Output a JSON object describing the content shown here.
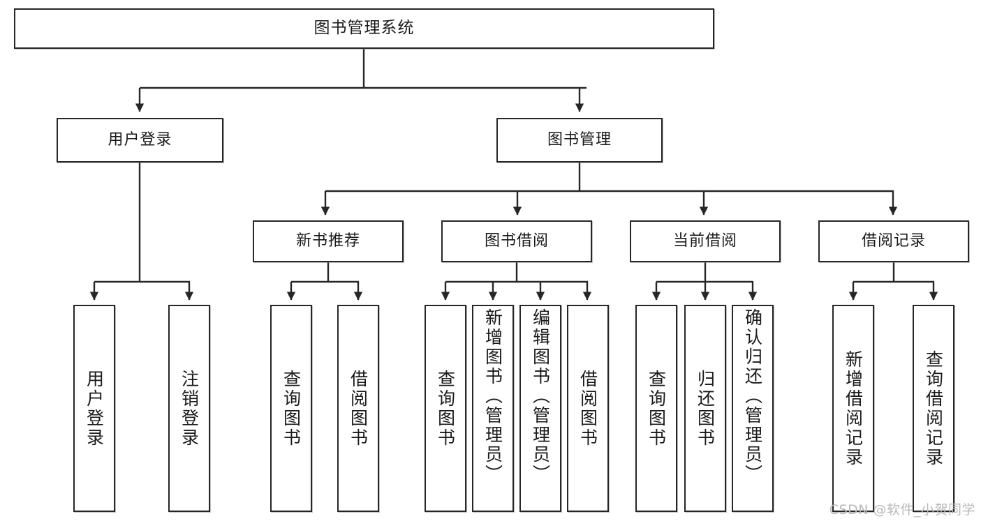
{
  "diagram": {
    "title": "图书管理系统",
    "type": "functional-structure-tree",
    "watermark": "CSDN @软件_小贺同学",
    "stroke_color": "#262626",
    "fill_color": "#ffffff",
    "text_color": "#1a1a1a",
    "watermark_color": "#b9b9b9"
  },
  "nodes": {
    "root": {
      "label": "图书管理系统"
    },
    "level2": [
      {
        "id": "user-login",
        "label": "用户登录"
      },
      {
        "id": "book-manage",
        "label": "图书管理"
      }
    ],
    "level3": [
      {
        "id": "new-book-recommend",
        "label": "新书推荐"
      },
      {
        "id": "book-borrow",
        "label": "图书借阅"
      },
      {
        "id": "current-borrow",
        "label": "当前借阅"
      },
      {
        "id": "borrow-record",
        "label": "借阅记录"
      }
    ],
    "leaves": [
      {
        "id": "leaf-user-login",
        "parent": "user-login",
        "label": "用户登录"
      },
      {
        "id": "leaf-logout-login",
        "parent": "user-login",
        "label": "注销登录"
      },
      {
        "id": "leaf-query-book-1",
        "parent": "new-book-recommend",
        "label": "查询图书"
      },
      {
        "id": "leaf-borrow-book-1",
        "parent": "new-book-recommend",
        "label": "借阅图书"
      },
      {
        "id": "leaf-query-book-2",
        "parent": "book-borrow",
        "label": "查询图书"
      },
      {
        "id": "leaf-add-book",
        "parent": "book-borrow",
        "label": "新增图书（管理员）"
      },
      {
        "id": "leaf-edit-book",
        "parent": "book-borrow",
        "label": "编辑图书（管理员）"
      },
      {
        "id": "leaf-borrow-book-2",
        "parent": "book-borrow",
        "label": "借阅图书"
      },
      {
        "id": "leaf-query-book-3",
        "parent": "current-borrow",
        "label": "查询图书"
      },
      {
        "id": "leaf-return-book",
        "parent": "current-borrow",
        "label": "归还图书"
      },
      {
        "id": "leaf-confirm-return",
        "parent": "current-borrow",
        "label": "确认归还（管理员）"
      },
      {
        "id": "leaf-add-record",
        "parent": "borrow-record",
        "label": "新增借阅记录"
      },
      {
        "id": "leaf-query-record",
        "parent": "borrow-record",
        "label": "查询借阅记录"
      }
    ]
  }
}
